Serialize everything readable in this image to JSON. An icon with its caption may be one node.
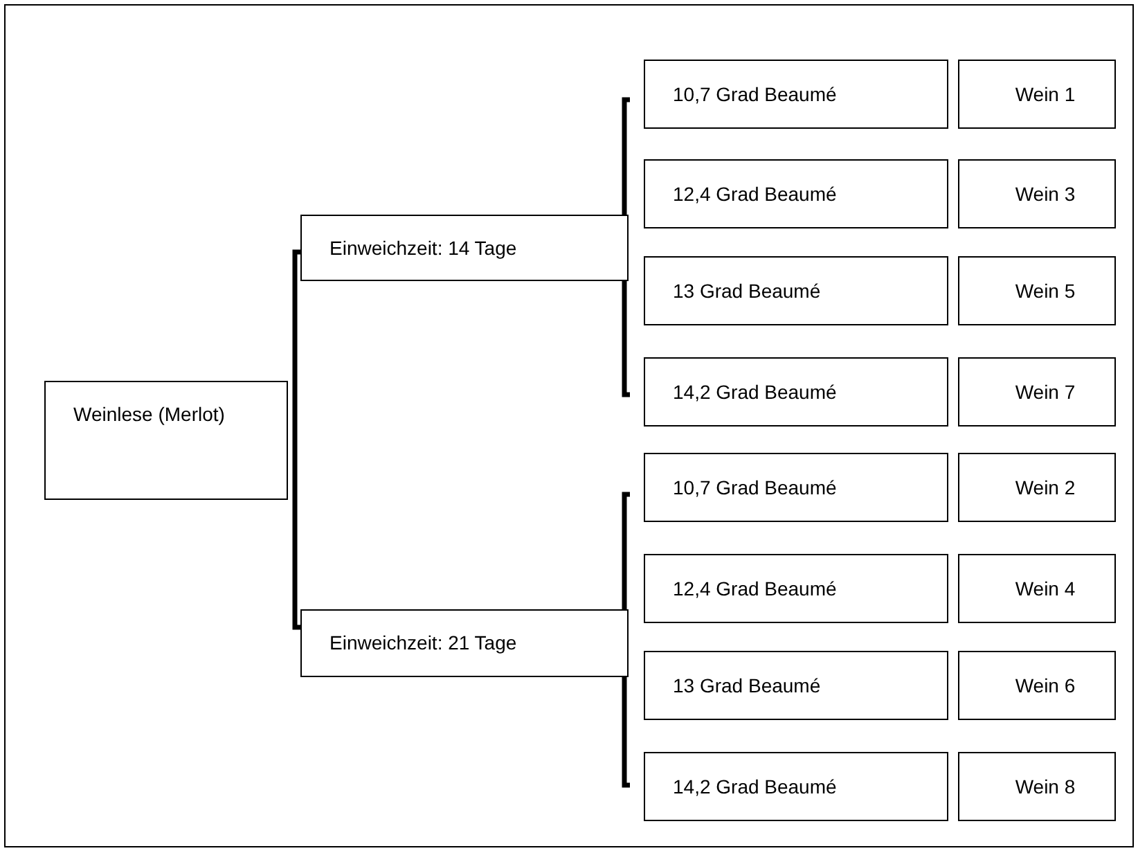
{
  "diagram": {
    "nodes": [
      {
        "text": [
          "Weinlese (Merlot)"
        ]
      },
      {
        "text": [
          "Einweichzeit: 14 Tage"
        ]
      },
      {
        "text": [
          "Einweichzeit: 21 Tage"
        ]
      },
      {
        "text": [
          "10,7 Grad Beaumé"
        ]
      },
      {
        "text": [
          "Wein 1"
        ]
      },
      {
        "text": [
          "12,4 Grad Beaumé"
        ]
      },
      {
        "text": [
          "Wein 3"
        ]
      },
      {
        "text": [
          "13 Grad Beaumé"
        ]
      },
      {
        "text": [
          "Wein 5"
        ]
      },
      {
        "text": [
          "14,2 Grad Beaumé"
        ]
      },
      {
        "text": [
          "Wein 7"
        ]
      },
      {
        "text": [
          "10,7 Grad Beaumé"
        ]
      },
      {
        "text": [
          "Wein 2"
        ]
      },
      {
        "text": [
          "12,4 Grad Beaumé"
        ]
      },
      {
        "text": [
          "Wein 4"
        ]
      },
      {
        "text": [
          "13 Grad Beaumé"
        ]
      },
      {
        "text": [
          "Wein 6"
        ]
      },
      {
        "text": [
          "14,2 Grad Beaumé"
        ]
      },
      {
        "text": [
          "Wein 8"
        ]
      }
    ]
  }
}
